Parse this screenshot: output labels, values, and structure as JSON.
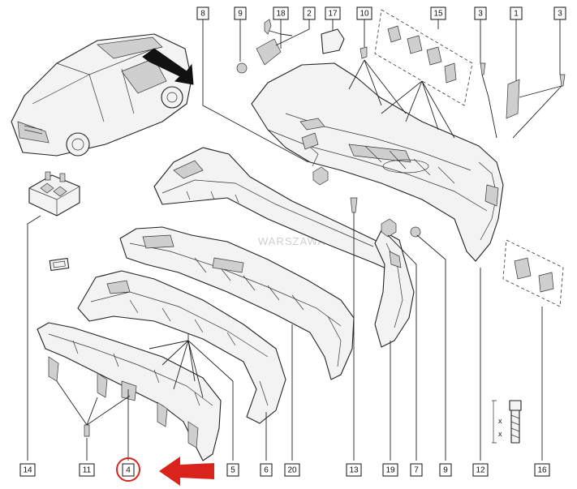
{
  "callouts": {
    "c8": "8",
    "c9a": "9",
    "c18": "18",
    "c2": "2",
    "c17": "17",
    "c10": "10",
    "c15": "15",
    "c3a": "3",
    "c1": "1",
    "c3b": "3",
    "c14": "14",
    "c11": "11",
    "c4": "4",
    "c5": "5",
    "c6": "6",
    "c20": "20",
    "c13": "13",
    "c19": "19",
    "c7": "7",
    "c9b": "9",
    "c12": "12",
    "c16": "16"
  },
  "highlight": {
    "color": "#d9241c",
    "target_callout": "4"
  },
  "watermark": "WARSZAWA",
  "fastener_marks": {
    "x1": "x",
    "x2": "x"
  }
}
